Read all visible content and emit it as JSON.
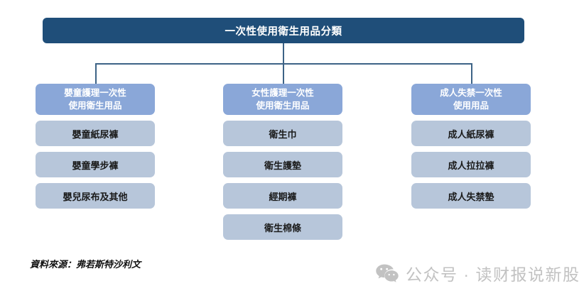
{
  "title": {
    "text": "一次性使用衛生用品分類"
  },
  "columns": [
    {
      "header_line1": "嬰童護理一次性",
      "header_line2": "使用衛生用品",
      "items": [
        "嬰童紙尿褲",
        "嬰童學步褲",
        "嬰兒尿布及其他"
      ]
    },
    {
      "header_line1": "女性護理一次性",
      "header_line2": "使用衛生用品",
      "items": [
        "衛生巾",
        "衛生護墊",
        "經期褲",
        "衛生棉條"
      ]
    },
    {
      "header_line1": "成人失禁一次性",
      "header_line2": "使用用品",
      "items": [
        "成人紙尿褲",
        "成人拉拉褲",
        "成人失禁墊"
      ]
    }
  ],
  "footer": {
    "source": "資料來源：弗若斯特沙利文"
  },
  "watermark": {
    "icon": "wechat-icon",
    "text": "公众号 · 读财报说新股"
  },
  "colors": {
    "title_bg": "#1f4e79",
    "header_bg": "#8aa7d8",
    "item_bg": "#b7c6da",
    "connector": "#3d6386",
    "watermark": "#c2c2c2"
  }
}
